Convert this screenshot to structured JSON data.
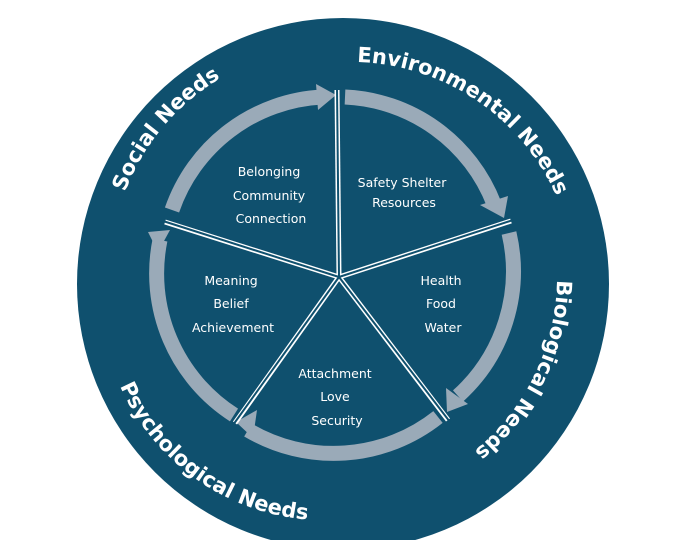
{
  "colors": {
    "disc": "#0f506e",
    "ring_arrow": "#9aaab8",
    "divider": "#ffffff",
    "text": "#ffffff"
  },
  "outer_labels": {
    "social": "Social Needs",
    "environmental": "Environmental Needs",
    "biological": "Biological Needs",
    "psychological": "Psychological Needs"
  },
  "segments": {
    "social": [
      "Belonging",
      "Community",
      "Connection"
    ],
    "environmental": [
      "Safety Shelter",
      "Resources"
    ],
    "biological": [
      "Health",
      "Food",
      "Water"
    ],
    "attachment": [
      "Attachment",
      "Love",
      "Security"
    ],
    "meaning": [
      "Meaning",
      "Belief",
      "Achievement"
    ]
  }
}
